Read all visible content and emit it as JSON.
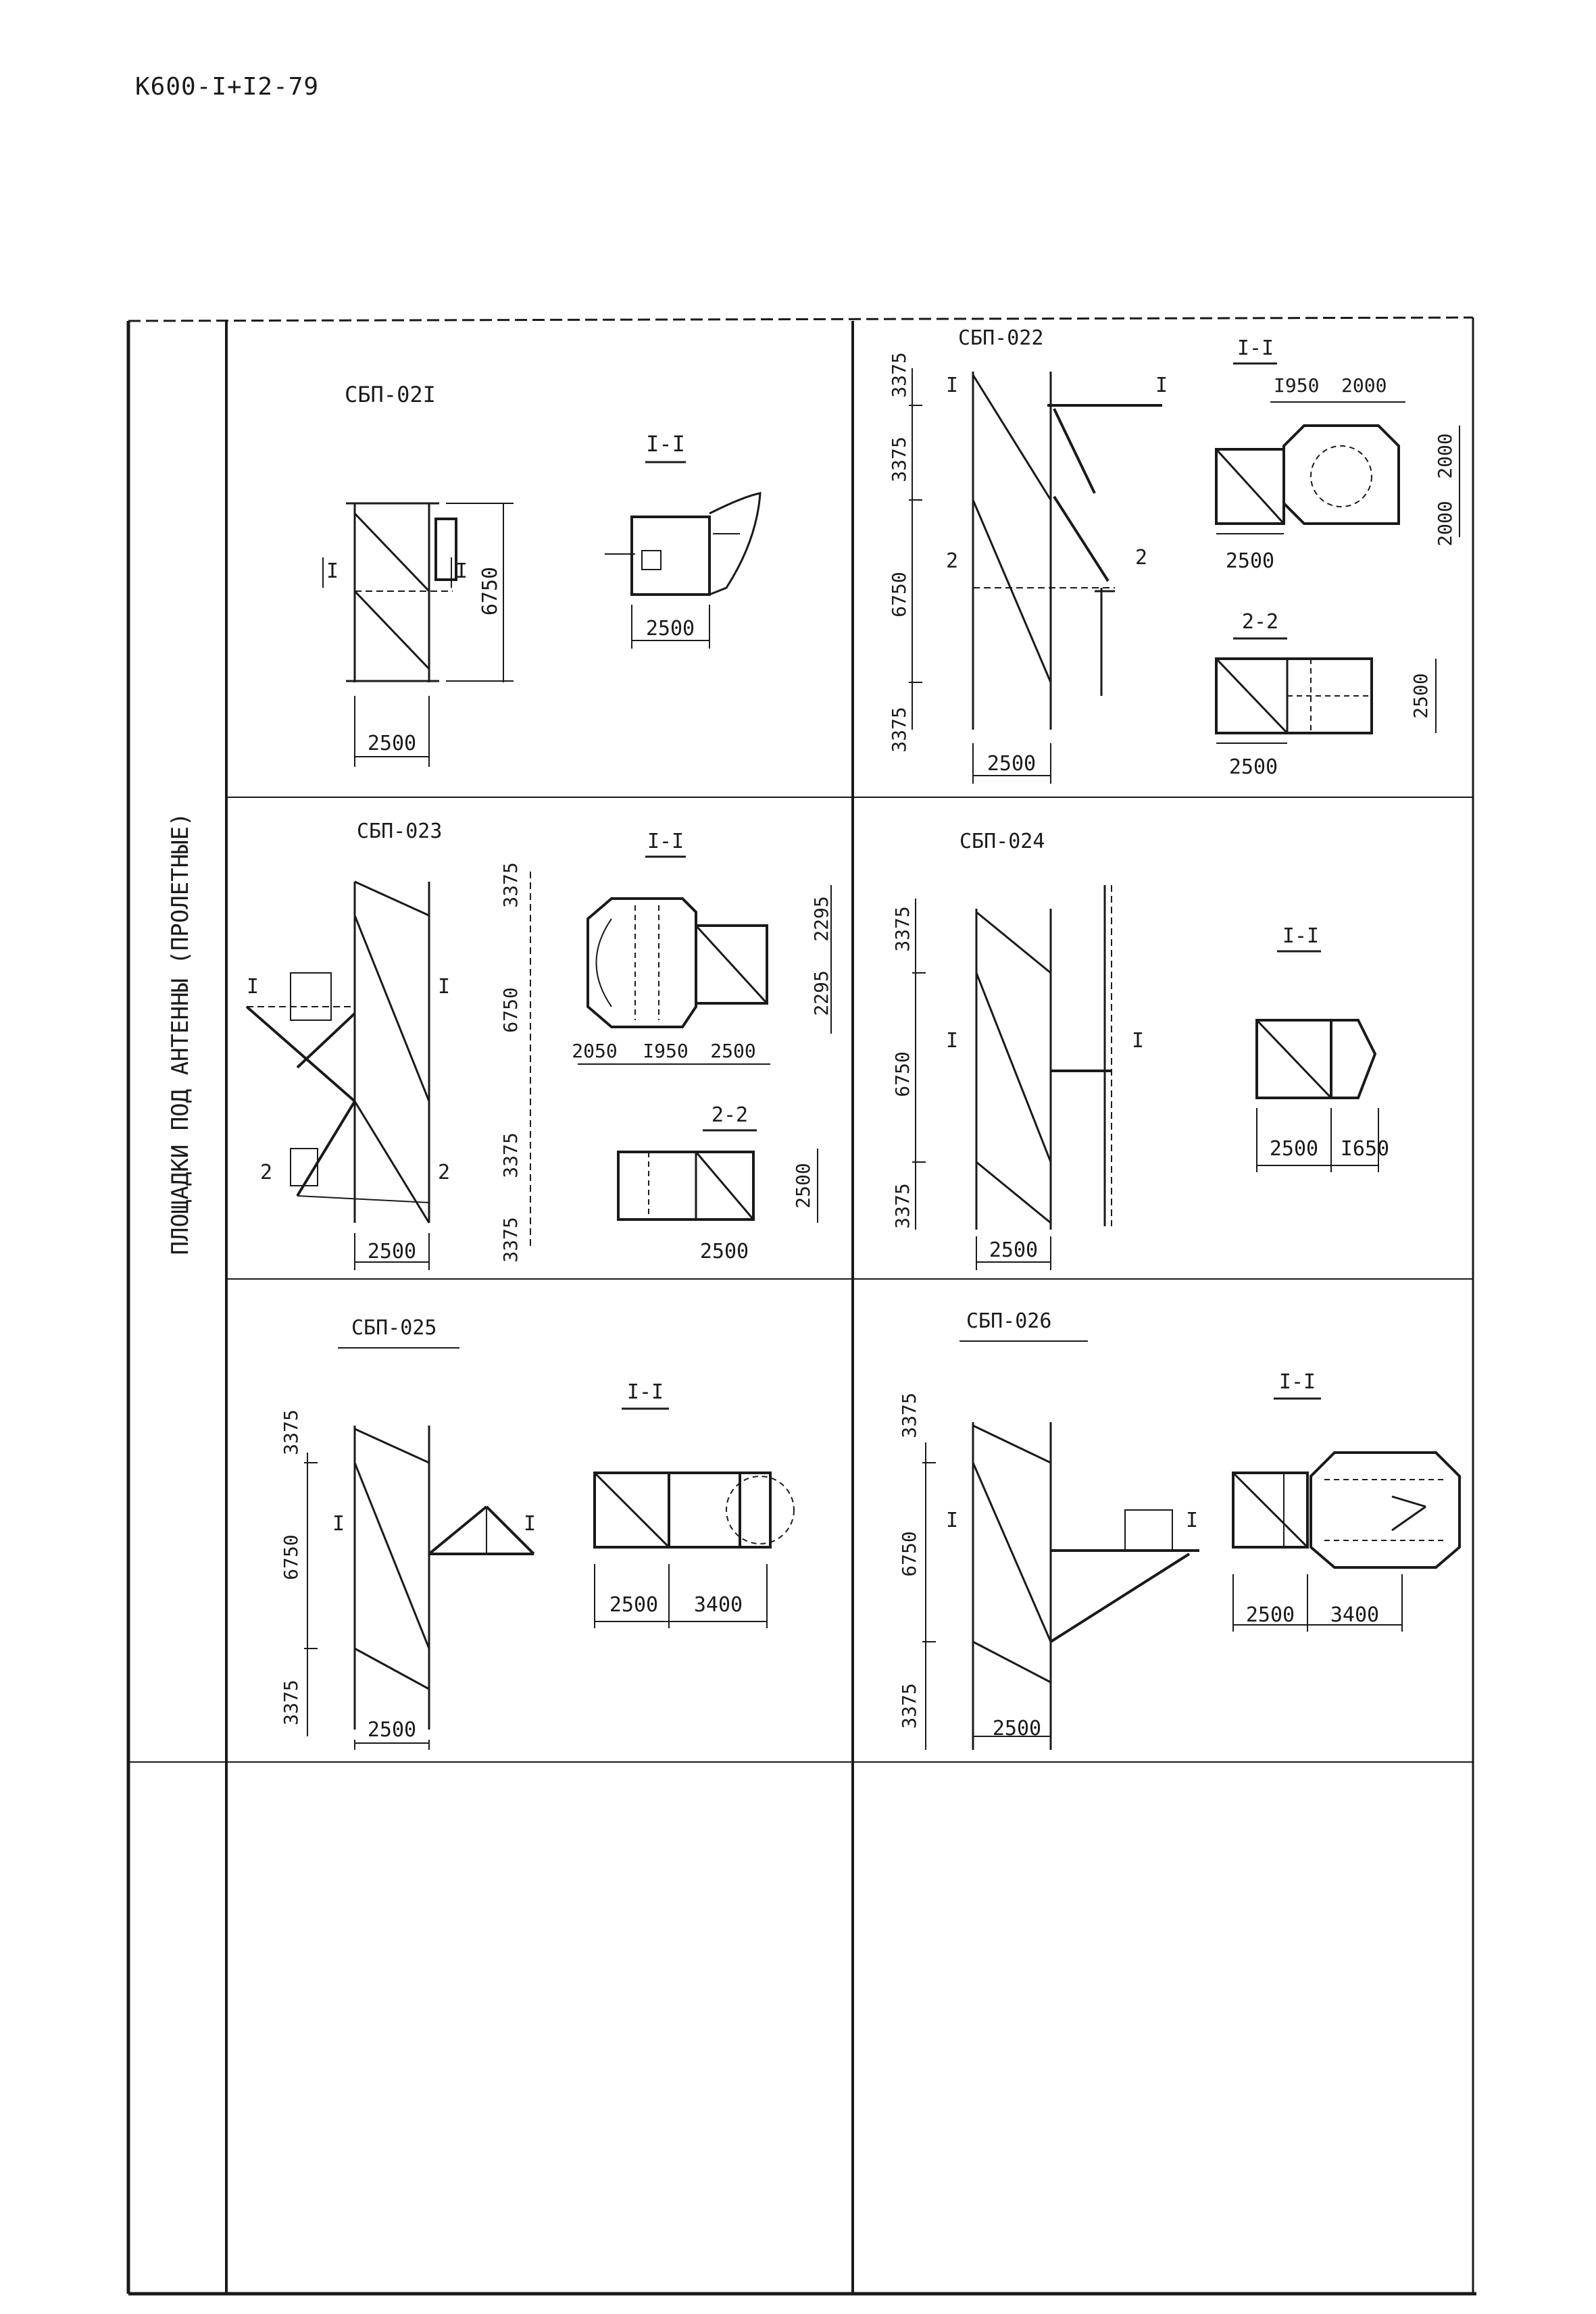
{
  "header": {
    "doc_code": "К600-I+I2-79"
  },
  "side_label": "ПЛОЩАДКИ ПОД АНТЕННЫ (ПРОЛЕТНЫЕ)",
  "cells": [
    {
      "id": "sbp021",
      "title": "СБП-02I",
      "section_1": "I-I",
      "dims": [
        "6750",
        "2500",
        "2500"
      ],
      "marks": [
        "I",
        "I"
      ]
    },
    {
      "id": "sbp022",
      "title": "СБП-022",
      "section_1": "I-I",
      "section_2": "2-2",
      "dims": [
        "3375",
        "3375",
        "6750",
        "3375",
        "2500",
        "I950",
        "2000",
        "2000",
        "2000",
        "2500",
        "2500",
        "2500"
      ],
      "marks": [
        "I",
        "I",
        "2",
        "2"
      ]
    },
    {
      "id": "sbp023",
      "title": "СБП-023",
      "section_1": "I-I",
      "section_2": "2-2",
      "dims": [
        "3375",
        "6750",
        "3375",
        "3375",
        "2500",
        "2295",
        "2295",
        "2050",
        "I950",
        "2500",
        "2500",
        "2500"
      ],
      "marks": [
        "I",
        "I",
        "2",
        "2"
      ]
    },
    {
      "id": "sbp024",
      "title": "СБП-024",
      "section_1": "I-I",
      "dims": [
        "3375",
        "6750",
        "3375",
        "2500",
        "2500",
        "I650"
      ],
      "marks": [
        "I",
        "I"
      ]
    },
    {
      "id": "sbp025",
      "title": "СБП-025",
      "section_1": "I-I",
      "dims": [
        "3375",
        "6750",
        "3375",
        "2500",
        "2500",
        "3400"
      ],
      "marks": [
        "I",
        "I"
      ]
    },
    {
      "id": "sbp026",
      "title": "СБП-026",
      "section_1": "I-I",
      "dims": [
        "3375",
        "6750",
        "3375",
        "2500",
        "2500",
        "3400"
      ],
      "marks": [
        "I",
        "I"
      ]
    }
  ]
}
